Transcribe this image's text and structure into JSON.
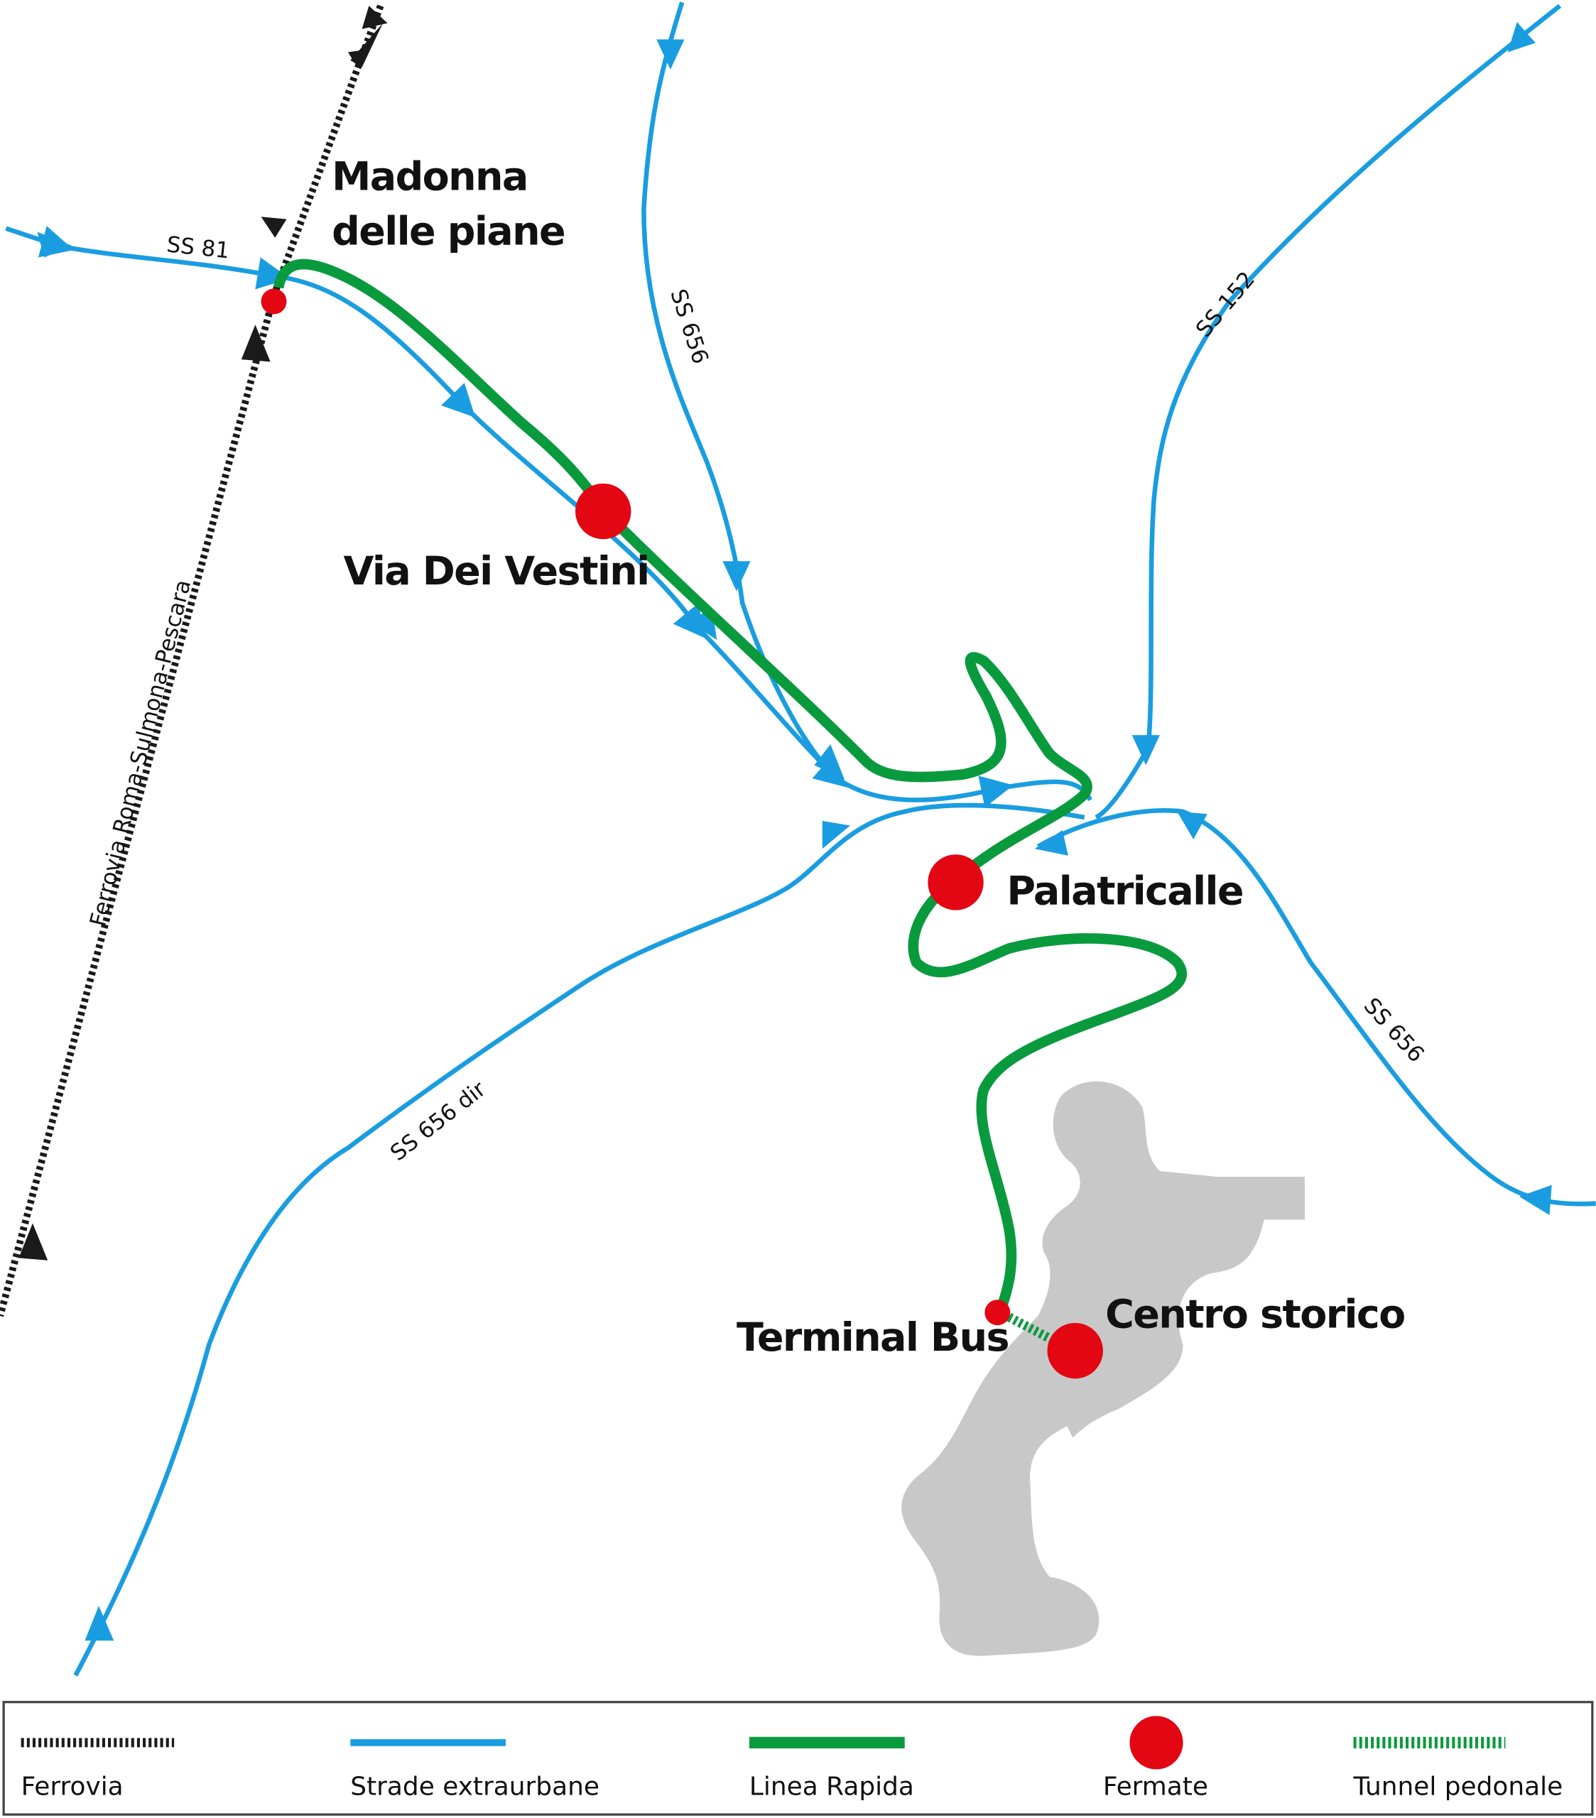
{
  "colors": {
    "road": "#1a9de0",
    "rapid_line": "#0a9a3e",
    "stop": "#e30613",
    "historic_center": "#c8c8c8",
    "railway": "#1a1a1a"
  },
  "stops": [
    {
      "label": "Madonna delle piane",
      "lines": [
        "Madonna",
        "delle piane"
      ]
    },
    {
      "label": "Via Dei Vestini"
    },
    {
      "label": "Palatricalle"
    },
    {
      "label": "Terminal Bus"
    },
    {
      "label": "Centro storico"
    }
  ],
  "roads": {
    "ss81": "SS 81",
    "ss656_north": "SS 656",
    "ss152": "SS 152",
    "ss656_east": "SS 656",
    "ss656dir": "SS 656 dir",
    "railway": "Ferrovia Roma-Sulmona-Pescara"
  },
  "legend": [
    {
      "label": "Ferrovia",
      "icon": "railway-line-icon"
    },
    {
      "label": "Strade extraurbane",
      "icon": "road-line-icon"
    },
    {
      "label": "Linea Rapida",
      "icon": "rapid-line-icon"
    },
    {
      "label": "Fermate",
      "icon": "stop-dot-icon"
    },
    {
      "label": "Tunnel pedonale",
      "icon": "pedestrian-tunnel-icon"
    }
  ]
}
